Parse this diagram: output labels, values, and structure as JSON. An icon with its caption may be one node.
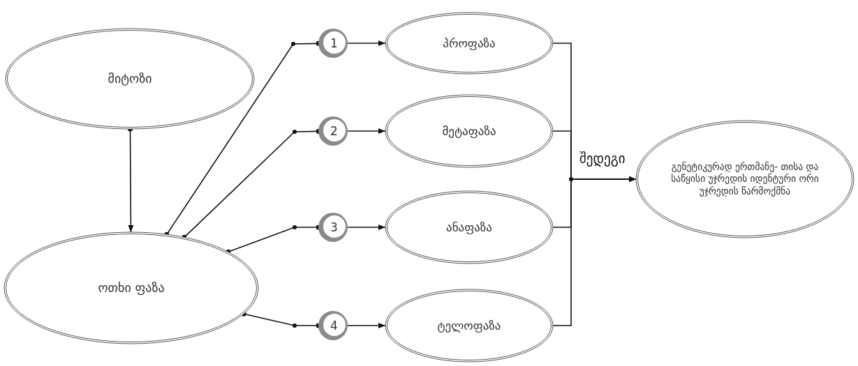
{
  "diagram": {
    "nodes": [
      {
        "text": [
          "მიტოზი"
        ]
      },
      {
        "text": [
          "ოთხი ფაზა"
        ]
      },
      {
        "text": [
          "1"
        ]
      },
      {
        "text": [
          "პროფაზა"
        ]
      },
      {
        "text": [
          "2"
        ]
      },
      {
        "text": [
          "მეტაფაზა"
        ]
      },
      {
        "text": [
          "3"
        ]
      },
      {
        "text": [
          "ანაფაზა"
        ]
      },
      {
        "text": [
          "4"
        ]
      },
      {
        "text": [
          "ტელოფაზა"
        ]
      },
      {
        "text": [
          "გენეტიკურად ერთმანე- თისა და საწყისი უჯრედის იდენტური ორი უჯრედის წარმოქმნა"
        ]
      }
    ],
    "edges": [
      {
        "from": 0,
        "to": 1,
        "arrow": "to"
      },
      {
        "from": 1,
        "to": 2,
        "arrow": "other"
      },
      {
        "from": 1,
        "to": 4,
        "arrow": "other"
      },
      {
        "from": 1,
        "to": 6,
        "arrow": "other"
      },
      {
        "from": 1,
        "to": 8,
        "arrow": "other"
      },
      {
        "from": 2,
        "to": 3,
        "arrow": "to"
      },
      {
        "from": 4,
        "to": 5,
        "arrow": "to"
      },
      {
        "from": 6,
        "to": 7,
        "arrow": "to"
      },
      {
        "from": 8,
        "to": 9,
        "arrow": "to"
      },
      {
        "from": 3,
        "to": 10,
        "arrow": "to",
        "label": "შედეგი"
      },
      {
        "from": 5,
        "to": 10,
        "arrow": "to"
      },
      {
        "from": 7,
        "to": 10,
        "arrow": "to"
      },
      {
        "from": 9,
        "to": 10,
        "arrow": "to"
      }
    ]
  }
}
